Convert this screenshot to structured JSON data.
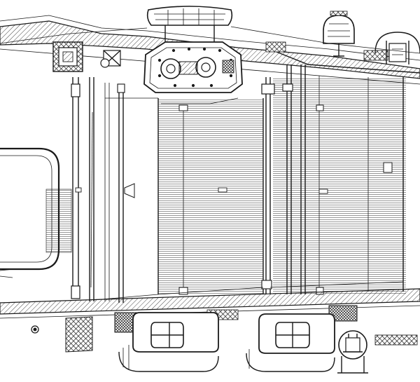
{
  "drawing": {
    "ink": "#1a1a1a",
    "paper": "#ffffff",
    "fills": [
      "diagonal-hatch",
      "checker-plate",
      "horizontal-shade",
      "cross-hatch"
    ],
    "components": [
      "top-deck-strip",
      "bottom-deck-strip",
      "superstructure-platform",
      "lifeboat",
      "winch",
      "center-bay",
      "right-bay",
      "left-rounded-housing",
      "davit-cradles",
      "right-pedestal-fitting"
    ]
  }
}
